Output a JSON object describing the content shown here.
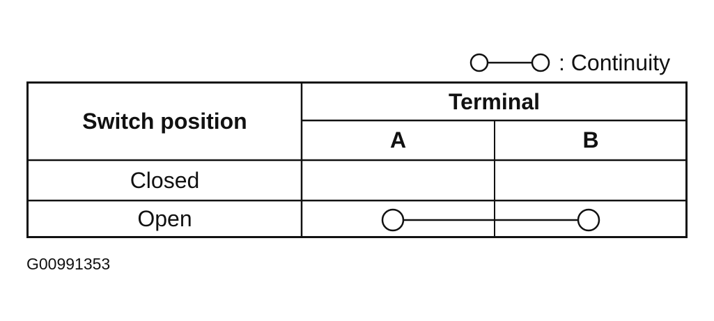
{
  "legend": {
    "symbol_icon": "continuity-symbol-icon",
    "text": ": Continuity"
  },
  "table": {
    "header": {
      "switch_position": "Switch position",
      "terminal": "Terminal",
      "terminal_a": "A",
      "terminal_b": "B"
    },
    "rows": [
      {
        "position": "Closed",
        "continuity": false
      },
      {
        "position": "Open",
        "continuity": true
      }
    ]
  },
  "figure_id": "G00991353",
  "colors": {
    "line": "#111111",
    "background": "#ffffff"
  }
}
